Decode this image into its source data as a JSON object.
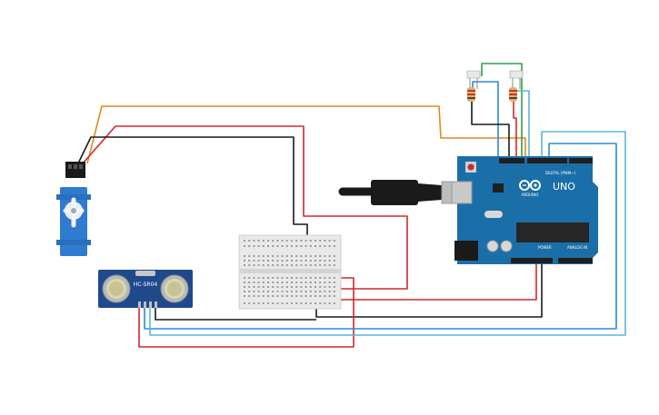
{
  "arduino": {
    "uno_label": "UNO",
    "brand_label": "ARDUINO",
    "digital_label": "DIGITAL (PWM~)",
    "power_label": "POWER",
    "analog_label": "ANALOG IN",
    "board_color": "#1b6fa8"
  },
  "sensor": {
    "label": "HC-SR04",
    "board_color": "#1e4a8c"
  },
  "servo": {
    "body_color": "#2e7bd1"
  },
  "wires": {
    "orange": "#e08a1e",
    "red": "#d0282b",
    "black": "#1a1a1a",
    "green": "#2ea043",
    "blue": "#2a8ad8",
    "cyan": "#5ab6d8"
  }
}
